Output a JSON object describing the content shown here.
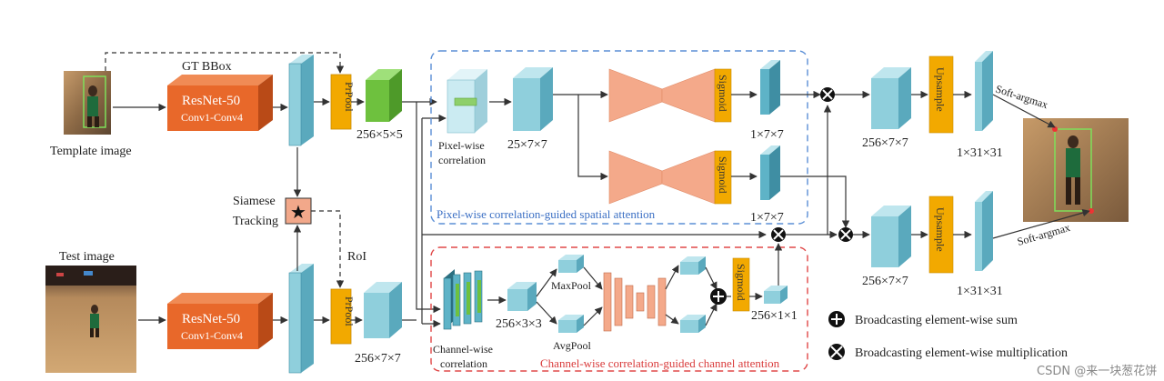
{
  "labels": {
    "gt_bbox": "GT BBox",
    "template_image": "Template image",
    "test_image": "Test image",
    "resnet_title": "ResNet-50",
    "resnet_sub": "Conv1-Conv4",
    "prpool": "PrPool",
    "siamese_line1": "Siamese",
    "siamese_line2": "Tracking",
    "roi": "RoI",
    "dim_256x5x5": "256×5×5",
    "dim_256x7x7": "256×7×7",
    "dim_25x7x7": "25×7×7",
    "dim_1x7x7": "1×7×7",
    "dim_256x3x3": "256×3×3",
    "dim_256x1x1": "256×1×1",
    "dim_1x31x31": "1×31×31",
    "pixel_wise": "Pixel-wise",
    "correlation": "correlation",
    "channel_wise": "Channel-wise",
    "maxpool": "MaxPool",
    "avgpool": "AvgPool",
    "sigmoid": "Sigmoid",
    "upsample": "Upsample",
    "soft_argmax": "Soft-argmax",
    "spatial_attention": "Pixel-wise correlation-guided spatial attention",
    "channel_attention": "Channel-wise correlation-guided channel attention",
    "legend_sum": "Broadcasting element-wise sum",
    "legend_mult": "Broadcasting element-wise multiplication",
    "watermark": "CSDN @来一块葱花饼"
  },
  "colors": {
    "resnet": "#e8682a",
    "prpool": "#f2a900",
    "cube": "#8fcfdc",
    "green": "#6ec13e",
    "hourglass": "#f4a98a",
    "blue_dash": "#5b8fd6",
    "red_dash": "#e04848",
    "siamese": "#f2a88a"
  }
}
